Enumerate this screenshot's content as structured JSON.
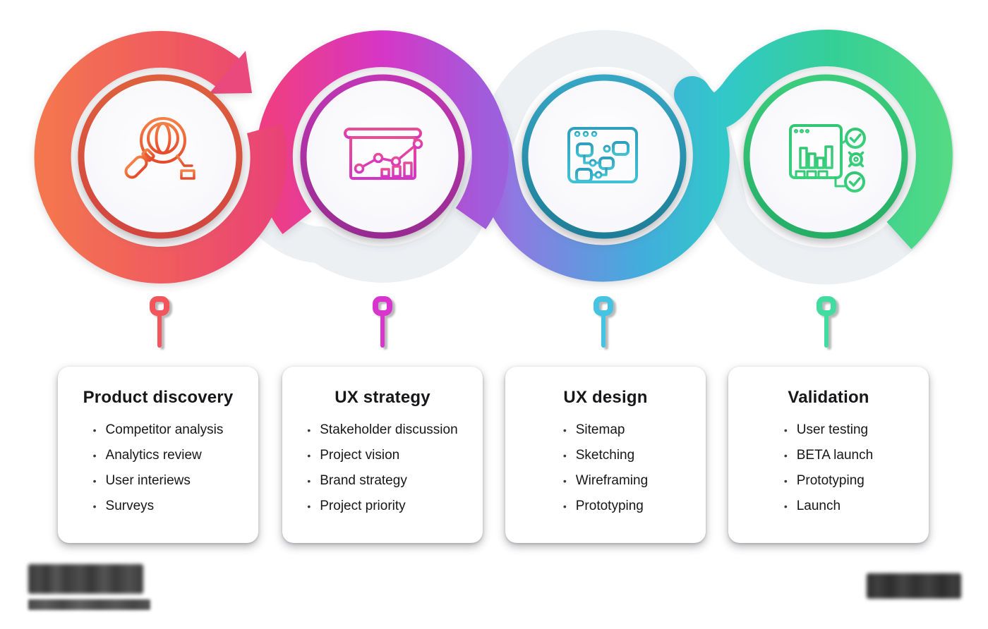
{
  "stages": [
    {
      "title": "Product discovery",
      "items": [
        "Competitor analysis",
        "Analytics review",
        "User interiews",
        "Surveys"
      ],
      "icon": "search-globe-icon",
      "pin_color": "#F2555C",
      "border_colors": [
        "#DE5F3E",
        "#D3453F"
      ],
      "icon_colors": [
        "#F58045",
        "#E64C2B"
      ]
    },
    {
      "title": "UX strategy",
      "items": [
        "Stakeholder discussion",
        "Project vision",
        "Brand strategy",
        "Project priority"
      ],
      "icon": "presentation-chart-icon",
      "pin_color": "#D935CE",
      "border_colors": [
        "#C136B4",
        "#982C92"
      ],
      "icon_colors": [
        "#EA4C95",
        "#D435C2"
      ]
    },
    {
      "title": "UX design",
      "items": [
        "Sitemap",
        "Sketching",
        "Wireframing",
        "Prototyping"
      ],
      "icon": "sitemap-window-icon",
      "pin_color": "#44C3E3",
      "border_colors": [
        "#35A6C4",
        "#1F7E98"
      ],
      "icon_colors": [
        "#2F9FBE",
        "#3FC3D2"
      ]
    },
    {
      "title": "Validation",
      "items": [
        "User testing",
        "BETA launch",
        "Prototyping",
        "Launch"
      ],
      "icon": "dashboard-checklist-icon",
      "pin_color": "#43DCA0",
      "border_colors": [
        "#3BCD7C",
        "#26AE66"
      ],
      "icon_colors": [
        "#31C773",
        "#3BD07D"
      ]
    }
  ],
  "bullet_glyph": "•",
  "ribbon": {
    "gray": "#ECF0F3",
    "ring1_stops": [
      "#F4784D",
      "#F05A60",
      "#E84179"
    ],
    "wave2_stops": [
      "#EE3D85",
      "#D636C6",
      "#9E5EDC"
    ],
    "wave34_stops": [
      "#A855D6",
      "#8F79E2",
      "#41AEDC",
      "#32C8C9",
      "#35CF96",
      "#55DB82"
    ],
    "arrow_color": "#E9487B",
    "inner_circle_fill": "#F7F7FB"
  },
  "footer": {
    "left_logo": "blurred-wordmark-two-lines",
    "right_logo": "blurred-wordmark"
  }
}
